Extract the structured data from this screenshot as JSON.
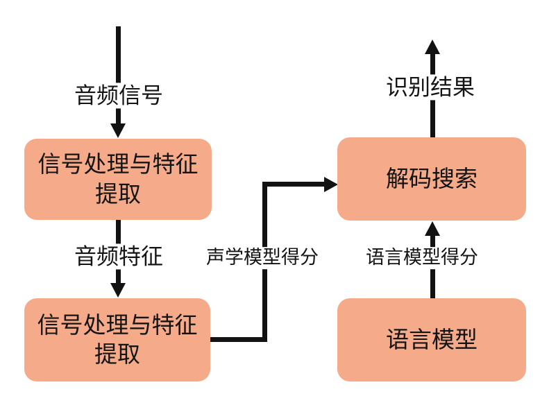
{
  "diagram": {
    "background_color": "#ffffff",
    "box_fill_color": "#f5aa89",
    "line_color": "#121212",
    "text_color": "#141414",
    "nodes": [
      {
        "id": "signal-processing-top",
        "label": "信号处理与特征提取"
      },
      {
        "id": "signal-processing-bottom",
        "label": "信号处理与特征提取"
      },
      {
        "id": "decode-search",
        "label": "解码搜索"
      },
      {
        "id": "language-model",
        "label": "语言模型"
      }
    ],
    "edge_labels": {
      "audio_signal": "音频信号",
      "audio_feature": "音频特征",
      "acoustic_score": "声学模型得分",
      "language_score": "语言模型得分",
      "recognition_result": "识别结果"
    }
  }
}
